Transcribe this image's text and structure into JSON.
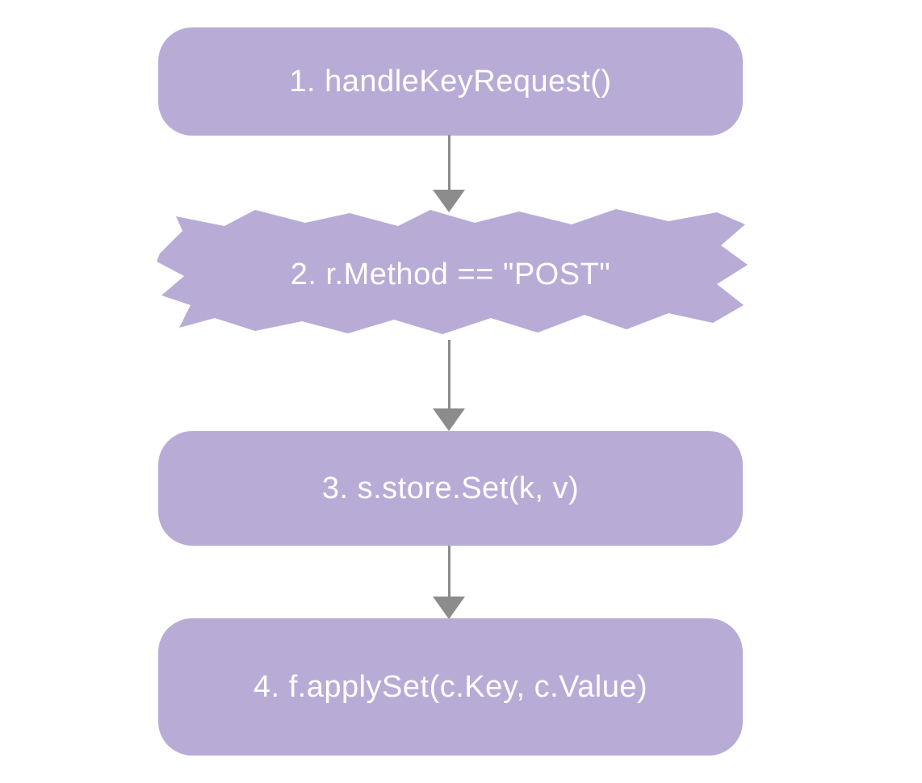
{
  "diagram": {
    "type": "flowchart",
    "orientation": "top-down",
    "nodes": [
      {
        "id": 1,
        "label": "1. handleKeyRequest()",
        "shape": "rounded-rectangle"
      },
      {
        "id": 2,
        "label": "2. r.Method == \"POST\"",
        "shape": "jagged-torn-banner"
      },
      {
        "id": 3,
        "label": "3. s.store.Set(k, v)",
        "shape": "rounded-rectangle"
      },
      {
        "id": 4,
        "label": "4. f.applySet(c.Key, c.Value)",
        "shape": "rounded-rectangle"
      }
    ],
    "edges": [
      {
        "from": 1,
        "to": 2,
        "style": "solid-arrow-down"
      },
      {
        "from": 2,
        "to": 3,
        "style": "solid-arrow-down"
      },
      {
        "from": 3,
        "to": 4,
        "style": "solid-arrow-down"
      }
    ]
  },
  "colors": {
    "node-fill": "#b8acd7",
    "node-text": "#ffffff",
    "arrow": "#8c8c8c",
    "background": "#ffffff"
  }
}
